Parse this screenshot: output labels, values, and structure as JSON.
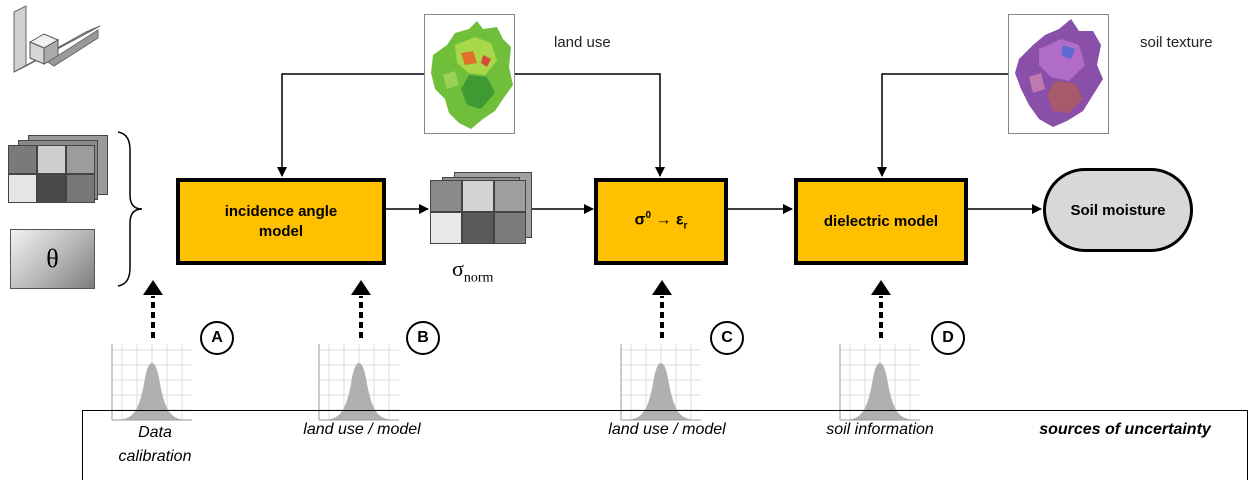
{
  "models": {
    "incidence": "incidence angle\nmodel",
    "conversion_sigma": "σ",
    "conversion_sup": "0",
    "conversion_arrow": "→",
    "conversion_eps": "ε",
    "conversion_sub": "r",
    "dielectric": "dielectric model"
  },
  "output": "Soil moisture",
  "inputs": {
    "land_use_label": "land use",
    "soil_texture_label": "soil texture",
    "theta": "θ"
  },
  "sigma_norm": {
    "symbol": "σ",
    "subscript": "norm"
  },
  "uncertainty_markers": [
    "A",
    "B",
    "C",
    "D"
  ],
  "footer": {
    "data_calibration": "Data\ncalibration",
    "land_use_model_1": "land use / model",
    "land_use_model_2": "land use / model",
    "soil_information": "soil information",
    "sources": "sources of uncertainty"
  },
  "colors": {
    "model_fill": "#ffc000",
    "output_fill": "#d8d8d8",
    "histogram_fill": "#b0b0b0"
  }
}
